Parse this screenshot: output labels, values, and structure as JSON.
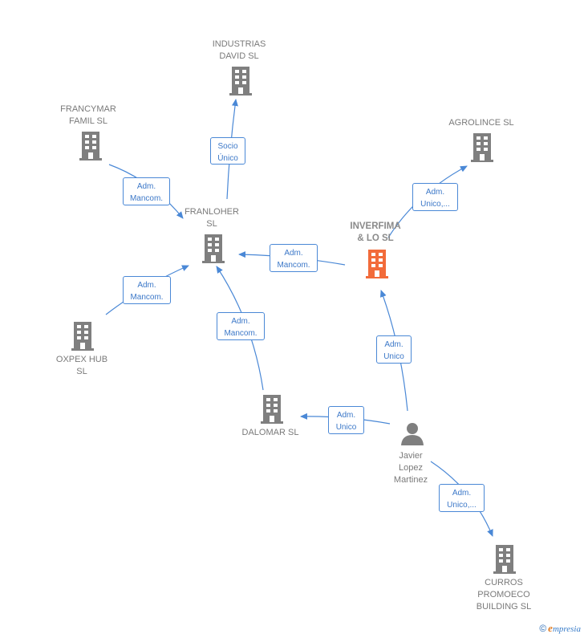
{
  "colors": {
    "edge": "#4a88d6",
    "building": "#7f7f7f",
    "focus_building": "#f26b3a",
    "person": "#7f7f7f"
  },
  "nodes": {
    "industrias": "INDUSTRIAS\nDAVID SL",
    "francymar": "FRANCYMAR\nFAMIL  SL",
    "agrolince": "AGROLINCE SL",
    "franloher": "FRANLOHER\nSL",
    "inverfima": "INVERFIMA\n& LO  SL",
    "oxpex": "OXPEX HUB\nSL",
    "dalomar": "DALOMAR  SL",
    "javier": "Javier\nLopez\nMartinez",
    "curros": "CURROS\nPROMOECO\nBUILDING  SL"
  },
  "edges": {
    "franloher_industrias": [
      "Socio",
      "Único"
    ],
    "francymar_franloher": [
      "Adm.",
      "Mancom."
    ],
    "inverfima_agrolince": [
      "Adm.",
      "Unico,..."
    ],
    "inverfima_franloher": [
      "Adm.",
      "Mancom."
    ],
    "oxpex_franloher": [
      "Adm.",
      "Mancom."
    ],
    "dalomar_franloher": [
      "Adm.",
      "Mancom."
    ],
    "javier_inverfima": [
      "Adm.",
      "Unico"
    ],
    "javier_dalomar": [
      "Adm.",
      "Unico"
    ],
    "javier_curros": [
      "Adm.",
      "Unico,..."
    ]
  },
  "footer": {
    "copyright": "©",
    "brand_e": "e",
    "brand_rest": "mpresia"
  }
}
